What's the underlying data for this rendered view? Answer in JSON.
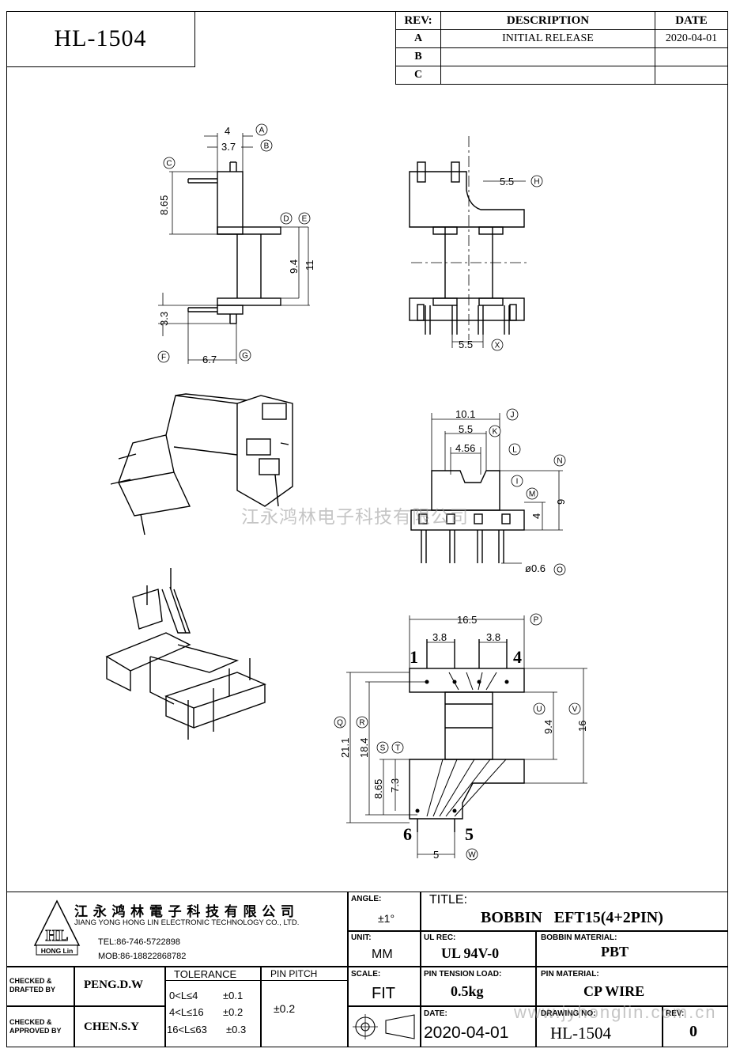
{
  "part_number": "HL-1504",
  "revision_table": {
    "headers": {
      "rev": "REV:",
      "description": "DESCRIPTION",
      "date": "DATE"
    },
    "rows": [
      {
        "rev": "A",
        "description": "INITIAL  RELEASE",
        "date": "2020-04-01"
      },
      {
        "rev": "B",
        "description": "",
        "date": ""
      },
      {
        "rev": "C",
        "description": "",
        "date": ""
      }
    ]
  },
  "dimensions": {
    "d_4": "4",
    "d_3_7": "3.7",
    "d_8_65": "8.65",
    "d_9_4": "9.4",
    "d_11": "11",
    "d_3_3": "3.3",
    "d_6_7": "6.7",
    "d_5_5_top": "5.5",
    "d_5_5_bottom": "5.5",
    "d_10_1": "10.1",
    "d_5_5_mid": "5.5",
    "d_4_56": "4.56",
    "d_9": "9",
    "d_4_side": "4",
    "d_pin_dia": "ø0.6",
    "d_16_5": "16.5",
    "d_3_8_a": "3.8",
    "d_3_8_b": "3.8",
    "d_21_1": "21.1",
    "d_18_4": "18.4",
    "d_8_65_b": "8.65",
    "d_7_3": "7.3",
    "d_9_4_b": "9.4",
    "d_16": "16",
    "d_5": "5"
  },
  "callouts": [
    "A",
    "B",
    "C",
    "D",
    "E",
    "F",
    "G",
    "H",
    "X",
    "J",
    "K",
    "L",
    "I",
    "M",
    "N",
    "O",
    "P",
    "Q",
    "R",
    "S",
    "T",
    "U",
    "V",
    "W"
  ],
  "pin_numbers": {
    "p1": "1",
    "p4": "4",
    "p6": "6",
    "p5": "5"
  },
  "watermark_center": "江永鸿林电子科技有限公司",
  "watermark_bottom": "www.jyhonglin.com.cn",
  "company": {
    "name_cn": "江 永 鸿 林 電 子 科 技 有 限 公 司",
    "name_en": "JIANG YONG HONG LIN ELECTRONIC TECHNOLOGY CO., LTD.",
    "logo_text": "HL",
    "logo_sub": "HONG Lin",
    "tel": "TEL:86-746-5722898",
    "mob": "MOB:86-18822868782"
  },
  "title_block": {
    "angle_label": "ANGLE:",
    "angle_value": "±1°",
    "title_label": "TITLE:",
    "title_value": "BOBBIN   EFT15(4+2PIN)",
    "unit_label": "UNIT:",
    "unit_value": "MM",
    "ul_label": "UL REC:",
    "ul_value": "UL 94V-0",
    "material_label": "BOBBIN MATERIAL:",
    "material_value": "PBT",
    "scale_label": "SCALE:",
    "scale_value": "FIT",
    "tension_label": "PIN TENSION LOAD:",
    "tension_value": "0.5kg",
    "pin_material_label": "PIN MATERIAL:",
    "pin_material_value": "CP WIRE",
    "date_label": "DATE:",
    "date_value": "2020-04-01",
    "drawing_label": "DRAWING NO:",
    "drawing_value": "HL-1504",
    "rev_label": "REV:",
    "rev_value": "0",
    "checked_drafted_label": "CHECKED & DRAFTED BY",
    "checked_drafted_value": "PENG.D.W",
    "checked_approved_label": "CHECKED & APPROVED BY",
    "checked_approved_value": "CHEN.S.Y",
    "tolerance_label": "TOLERANCE",
    "tolerance_rows": [
      {
        "range": "0<L≤4",
        "tol": "±0.1"
      },
      {
        "range": "4<L≤16",
        "tol": "±0.2"
      },
      {
        "range": "16<L≤63",
        "tol": "±0.3"
      }
    ],
    "pin_pitch_label": "PIN PITCH",
    "pin_pitch_value": "±0.2"
  }
}
